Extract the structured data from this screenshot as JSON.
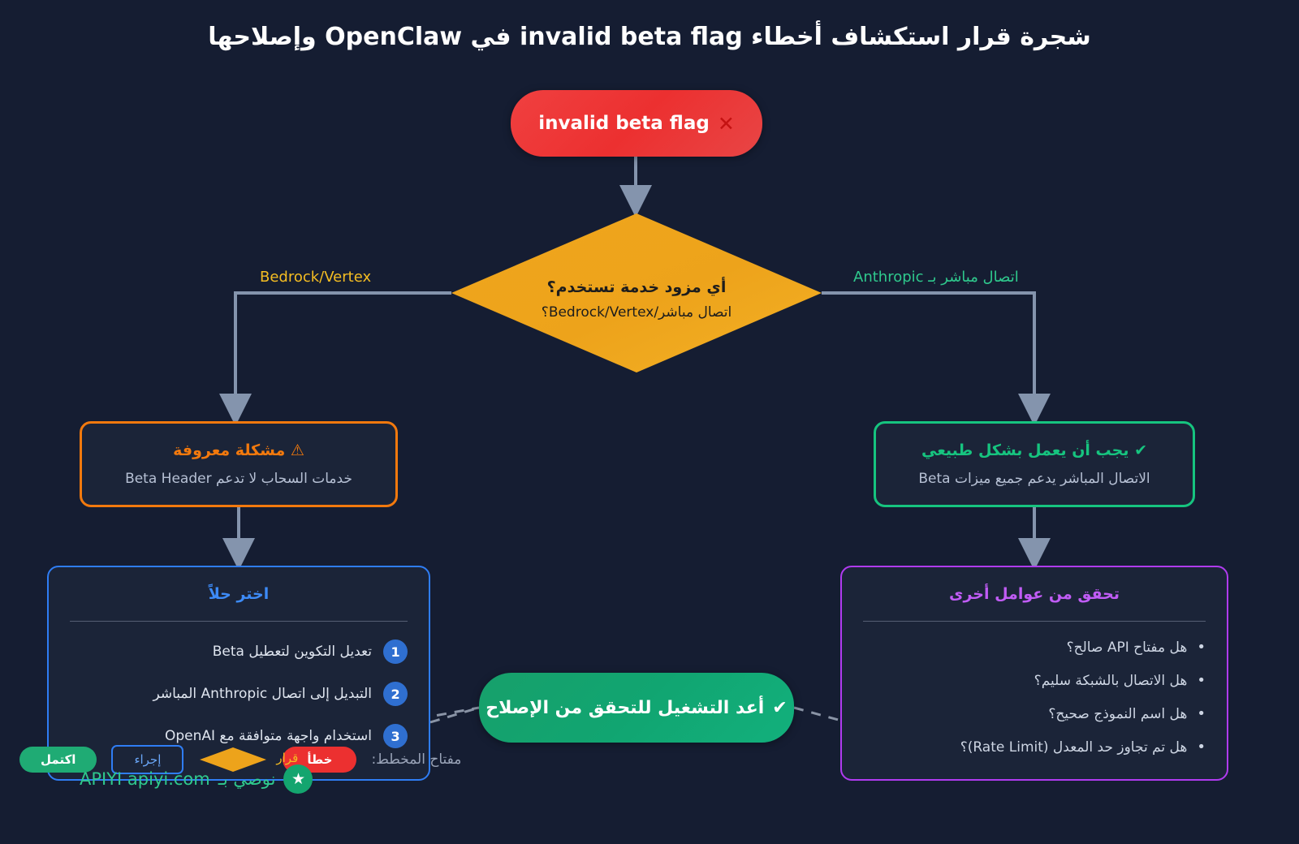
{
  "page": {
    "title": "شجرة قرار استكشاف أخطاء invalid beta flag في OpenClaw وإصلاحها",
    "bg_color": "#151d32"
  },
  "nodes": {
    "error": {
      "label": "invalid beta flag",
      "icon": "cross-icon",
      "icon_glyph": "✕",
      "color": "#ec3030"
    },
    "decision": {
      "title": "أي مزود خدمة تستخدم؟",
      "subtitle": "اتصال مباشر/Bedrock/Vertex؟",
      "color": "#eda31b"
    },
    "retry": {
      "label": "أعد التشغيل للتحقق من الإصلاح",
      "icon": "check-icon",
      "icon_glyph": "✔",
      "color": "#12a873"
    }
  },
  "branches": {
    "left_label": "Bedrock/Vertex",
    "right_label": "اتصال مباشر بـ Anthropic"
  },
  "warn_box": {
    "heading": "⚠ مشكلة معروفة",
    "body": "خدمات السحاب لا تدعم Beta Header",
    "color": "#f2790d"
  },
  "ok_box": {
    "heading": "✔ يجب أن يعمل بشكل طبيعي",
    "body": "الاتصال المباشر يدعم جميع ميزات Beta",
    "color": "#16c47f"
  },
  "solutions_box": {
    "heading": "اختر حلاً",
    "color": "#3d8bf7",
    "items": [
      {
        "num": "1",
        "text": "تعديل التكوين لتعطيل Beta"
      },
      {
        "num": "2",
        "text": "التبديل إلى اتصال Anthropic المباشر"
      },
      {
        "num": "3",
        "text": "استخدام واجهة متوافقة مع OpenAI"
      }
    ]
  },
  "others_box": {
    "heading": "تحقق من عوامل أخرى",
    "color": "#c05cf5",
    "items": [
      "هل مفتاح API صالح؟",
      "هل الاتصال بالشبكة سليم؟",
      "هل اسم النموذج صحيح؟",
      "هل تم تجاوز حد المعدل (Rate Limit)؟"
    ]
  },
  "legend": {
    "title": "مفتاح المخطط:",
    "error": "خطأ",
    "decision": "قرار",
    "action": "إجراء",
    "done": "اكتمل"
  },
  "watermark": {
    "star": "★",
    "text": "نوصي بـ",
    "brand": "APIYI apiyi.com"
  }
}
